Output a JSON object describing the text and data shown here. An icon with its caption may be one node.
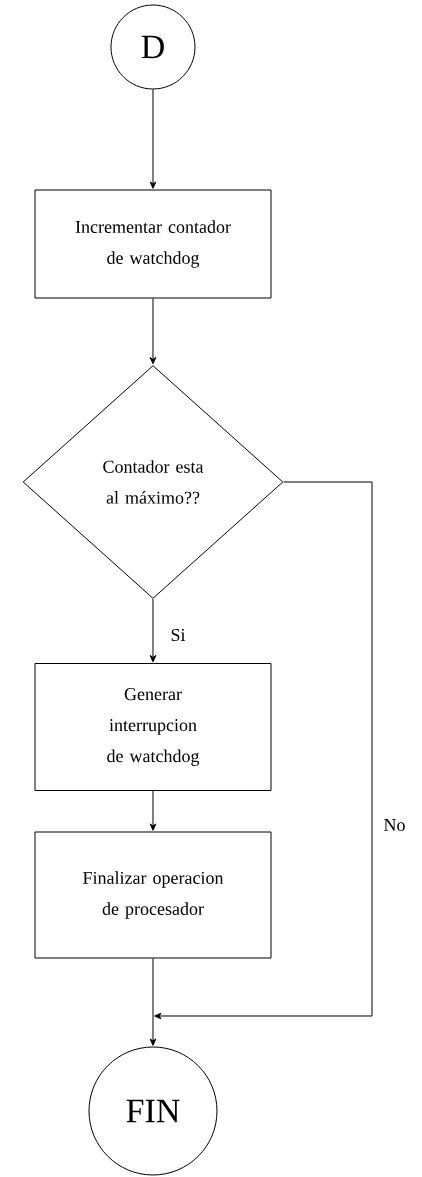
{
  "diagram": {
    "nodes": [
      {
        "text": [
          "D"
        ]
      },
      {
        "text": [
          "Incrementar contador de watchdog"
        ]
      },
      {
        "text": [
          "Contador esta al máximo??"
        ]
      },
      {
        "text": [
          "Generar interrupcion de watchdog"
        ]
      },
      {
        "text": [
          "Finalizar operacion de procesador"
        ]
      },
      {
        "text": [
          "FIN"
        ]
      }
    ],
    "edges": [
      {
        "from": 0,
        "to": 1,
        "arrow": "to"
      },
      {
        "from": 1,
        "to": 2,
        "arrow": "to"
      },
      {
        "from": 2,
        "to": 3,
        "arrow": "to",
        "label": "Si"
      },
      {
        "from": 3,
        "to": 4,
        "arrow": "to"
      },
      {
        "from": 4,
        "to": 5,
        "arrow": "to"
      },
      {
        "from": 2,
        "to": 5,
        "arrow": "to",
        "label": "No"
      }
    ]
  }
}
